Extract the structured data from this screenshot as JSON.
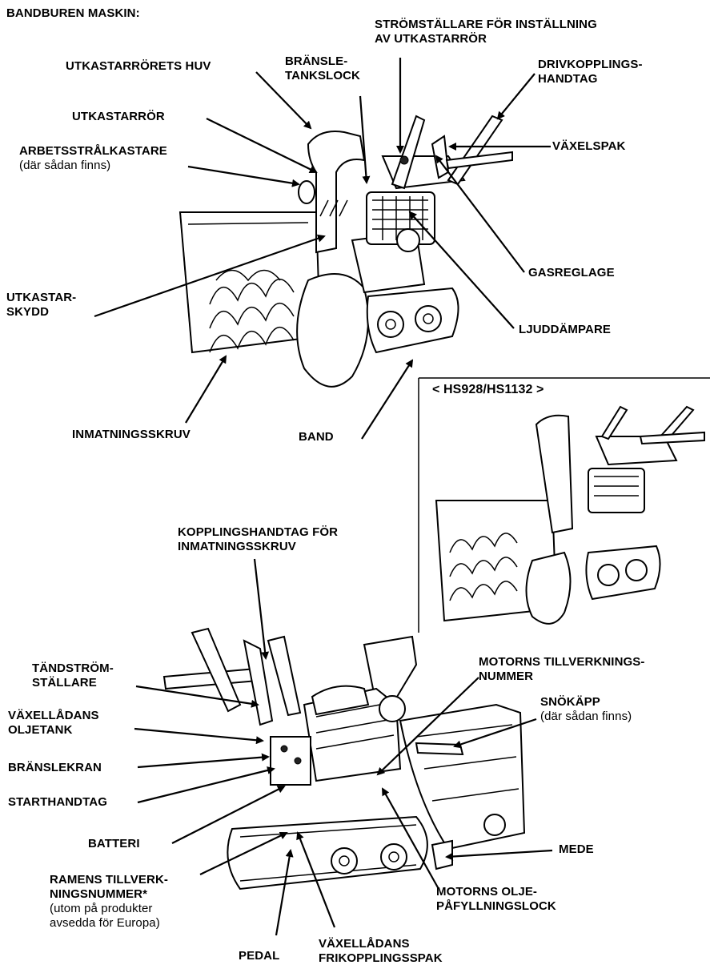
{
  "header": {
    "title": "BANDBUREN MASKIN:"
  },
  "inset": {
    "title": "< HS928/HS1132 >"
  },
  "labels_top": {
    "switch": "STRÖMSTÄLLARE FÖR INSTÄLLNING\nAV UTKASTARRÖR",
    "chute_cap": "UTKASTARRÖRETS HUV",
    "fuel_cap": "BRÄNSLE-\nTANKSLOCK",
    "drive_clutch": "DRIVKOPPLINGS-\nHANDTAG",
    "chute": "UTKASTARRÖR",
    "shift": "VÄXELSPAK",
    "work_light": "ARBETSSTRÅLKASTARE",
    "work_light_note": "(där sådan finns)",
    "guard": "UTKASTAR-\nSKYDD",
    "throttle": "GASREGLAGE",
    "muffler": "LJUDDÄMPARE",
    "auger": "INMATNINGSSKRUV",
    "track": "BAND"
  },
  "labels_bottom": {
    "auger_clutch": "KOPPLINGSHANDTAG FÖR\nINMATNINGSSKRUV",
    "ignition": "TÄNDSTRÖM-\nSTÄLLARE",
    "engine_serial": "MOTORNS TILLVERKNINGS-\nNUMMER",
    "trans_oil": "VÄXELLÅDANS\nOLJETANK",
    "snow_cap": "SNÖKÄPP",
    "snow_cap_note": "(där sådan finns)",
    "fuel_valve": "BRÄNSLEKRAN",
    "starter": "STARTHANDTAG",
    "battery": "BATTERI",
    "skid": "MEDE",
    "frame_serial": "RAMENS TILLVERK-\nNINGSNUMMER*",
    "frame_serial_note": "(utom på produkter\navsedda för Europa)",
    "oil_filler": "MOTORNS OLJE-\nPÅFYLLNINGSLOCK",
    "pedal": "PEDAL",
    "trans_release": "VÄXELLÅDANS\nFRIKOPPLINGSSPAK"
  }
}
